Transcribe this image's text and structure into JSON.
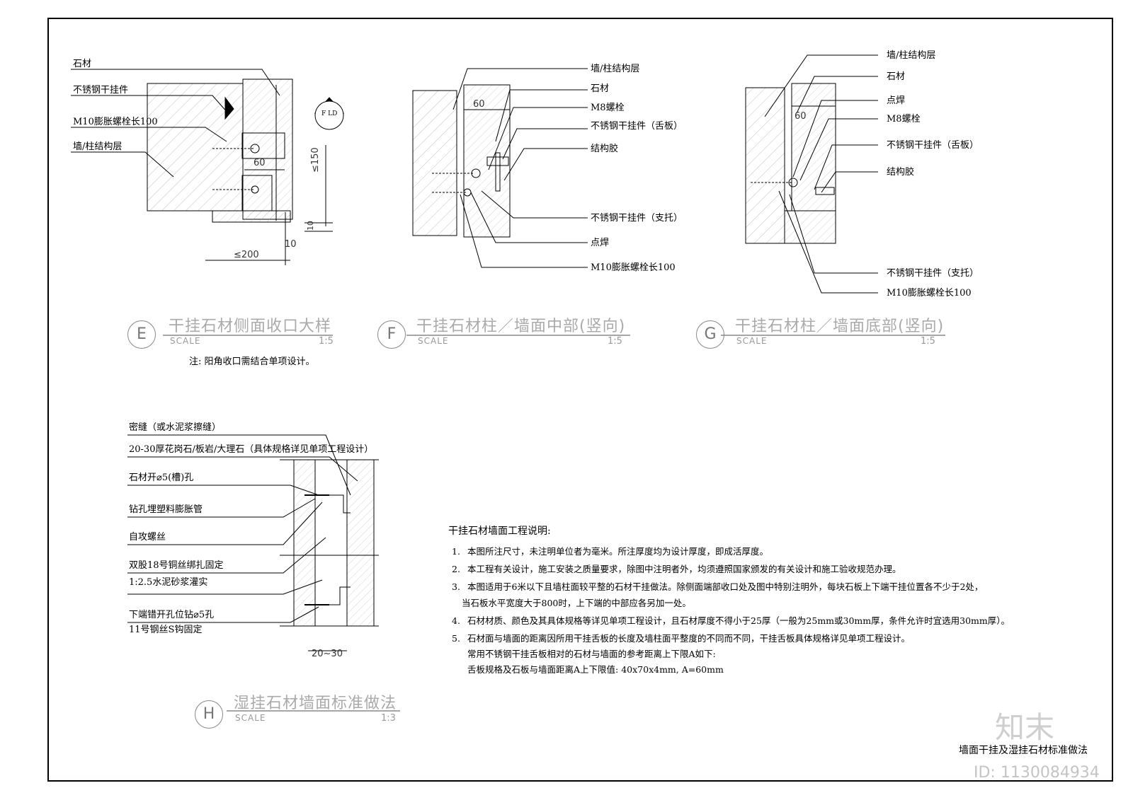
{
  "detail_e": {
    "labels": [
      "石材",
      "不锈钢干挂件",
      "M10膨胀螺栓长100",
      "墙/柱结构层"
    ],
    "dims": {
      "d60": "60",
      "d150": "≤150",
      "d10a": "10",
      "d10b": "10",
      "d200": "≤200"
    },
    "symbol_text": "F LD",
    "marker": "E",
    "title": "干挂石材侧面收口大样",
    "scale_label": "SCALE",
    "scale": "1:5",
    "note": "注:  阳角收口需结合单项设计。"
  },
  "detail_f": {
    "labels_top": [
      "墙/柱结构层",
      "石材",
      "M8螺栓",
      "不锈钢干挂件（舌板）",
      "结构胶"
    ],
    "labels_bottom": [
      "不锈钢干挂件（支托）",
      "点焊",
      "M10膨胀螺栓长100"
    ],
    "dim": "60",
    "marker": "F",
    "title": "干挂石材柱／墙面中部(竖向)",
    "scale_label": "SCALE",
    "scale": "1:5"
  },
  "detail_g": {
    "labels_top": [
      "墙/柱结构层",
      "石材",
      "点焊",
      "M8螺栓",
      "不锈钢干挂件（舌板）",
      "结构胶"
    ],
    "labels_bottom": [
      "不锈钢干挂件（支托）",
      "M10膨胀螺栓长100"
    ],
    "dim": "60",
    "marker": "G",
    "title": "干挂石材柱／墙面底部(竖向)",
    "scale_label": "SCALE",
    "scale": "1:5"
  },
  "detail_h": {
    "labels": [
      "密缝（或水泥浆擦缝）",
      "20-30厚花岗石/板岩/大理石（具体规格详见单项工程设计）",
      "石材开⌀5(槽)孔",
      "钻孔埋塑料膨胀管",
      "自攻螺丝",
      "双股18号铜丝绑扎固定",
      "1:2.5水泥砂浆灌实",
      "下端错开孔位钻⌀5孔",
      "11号钢丝S钩固定"
    ],
    "dim": "20~30",
    "marker": "H",
    "title": "湿挂石材墙面标准做法",
    "scale_label": "SCALE",
    "scale": "1:3"
  },
  "notes": {
    "title": "干挂石材墙面工程说明:",
    "items": [
      {
        "num": "1.",
        "text": "本图所注尺寸，未注明单位者为毫米。所注厚度均为设计厚度，即成活厚度。"
      },
      {
        "num": "2.",
        "text": "本工程有关设计，施工安装之质量要求，除图中注明者外，均须遵照国家颁发的有关设计和施工验收规范办理。"
      },
      {
        "num": "3.",
        "text": "本图适用于6米以下且墙柱面较平整的石材干挂做法。除侧面端部收口处及图中特别注明外，每块石板上下端干挂位置各不少于2处，",
        "text2": "当石板水平宽度大于800时，上下端的中部应各另加一处。"
      },
      {
        "num": "4.",
        "text": "石材材质、颜色及其具体规格等详见单项工程设计，且石材厚度不得小于25厚（一般为25mm或30mm厚，条件允许时宜选用30mm厚）。"
      },
      {
        "num": "5.",
        "text": "石材面与墙面的距离因所用干挂舌板的长度及墙柱面平整度的不同而不同，干挂舌板具体规格详见单项工程设计。",
        "text2": "常用不锈钢干挂舌板相对的石材与墙面的参考距离上下限A如下:",
        "text3": "舌板规格及石板与墙面距离A上下限值: 40x70x4mm, A=60mm"
      }
    ]
  },
  "drawing_name": "墙面干挂及湿挂石材标准做法",
  "brand": "知末",
  "id_tag": "ID: 1130084934"
}
